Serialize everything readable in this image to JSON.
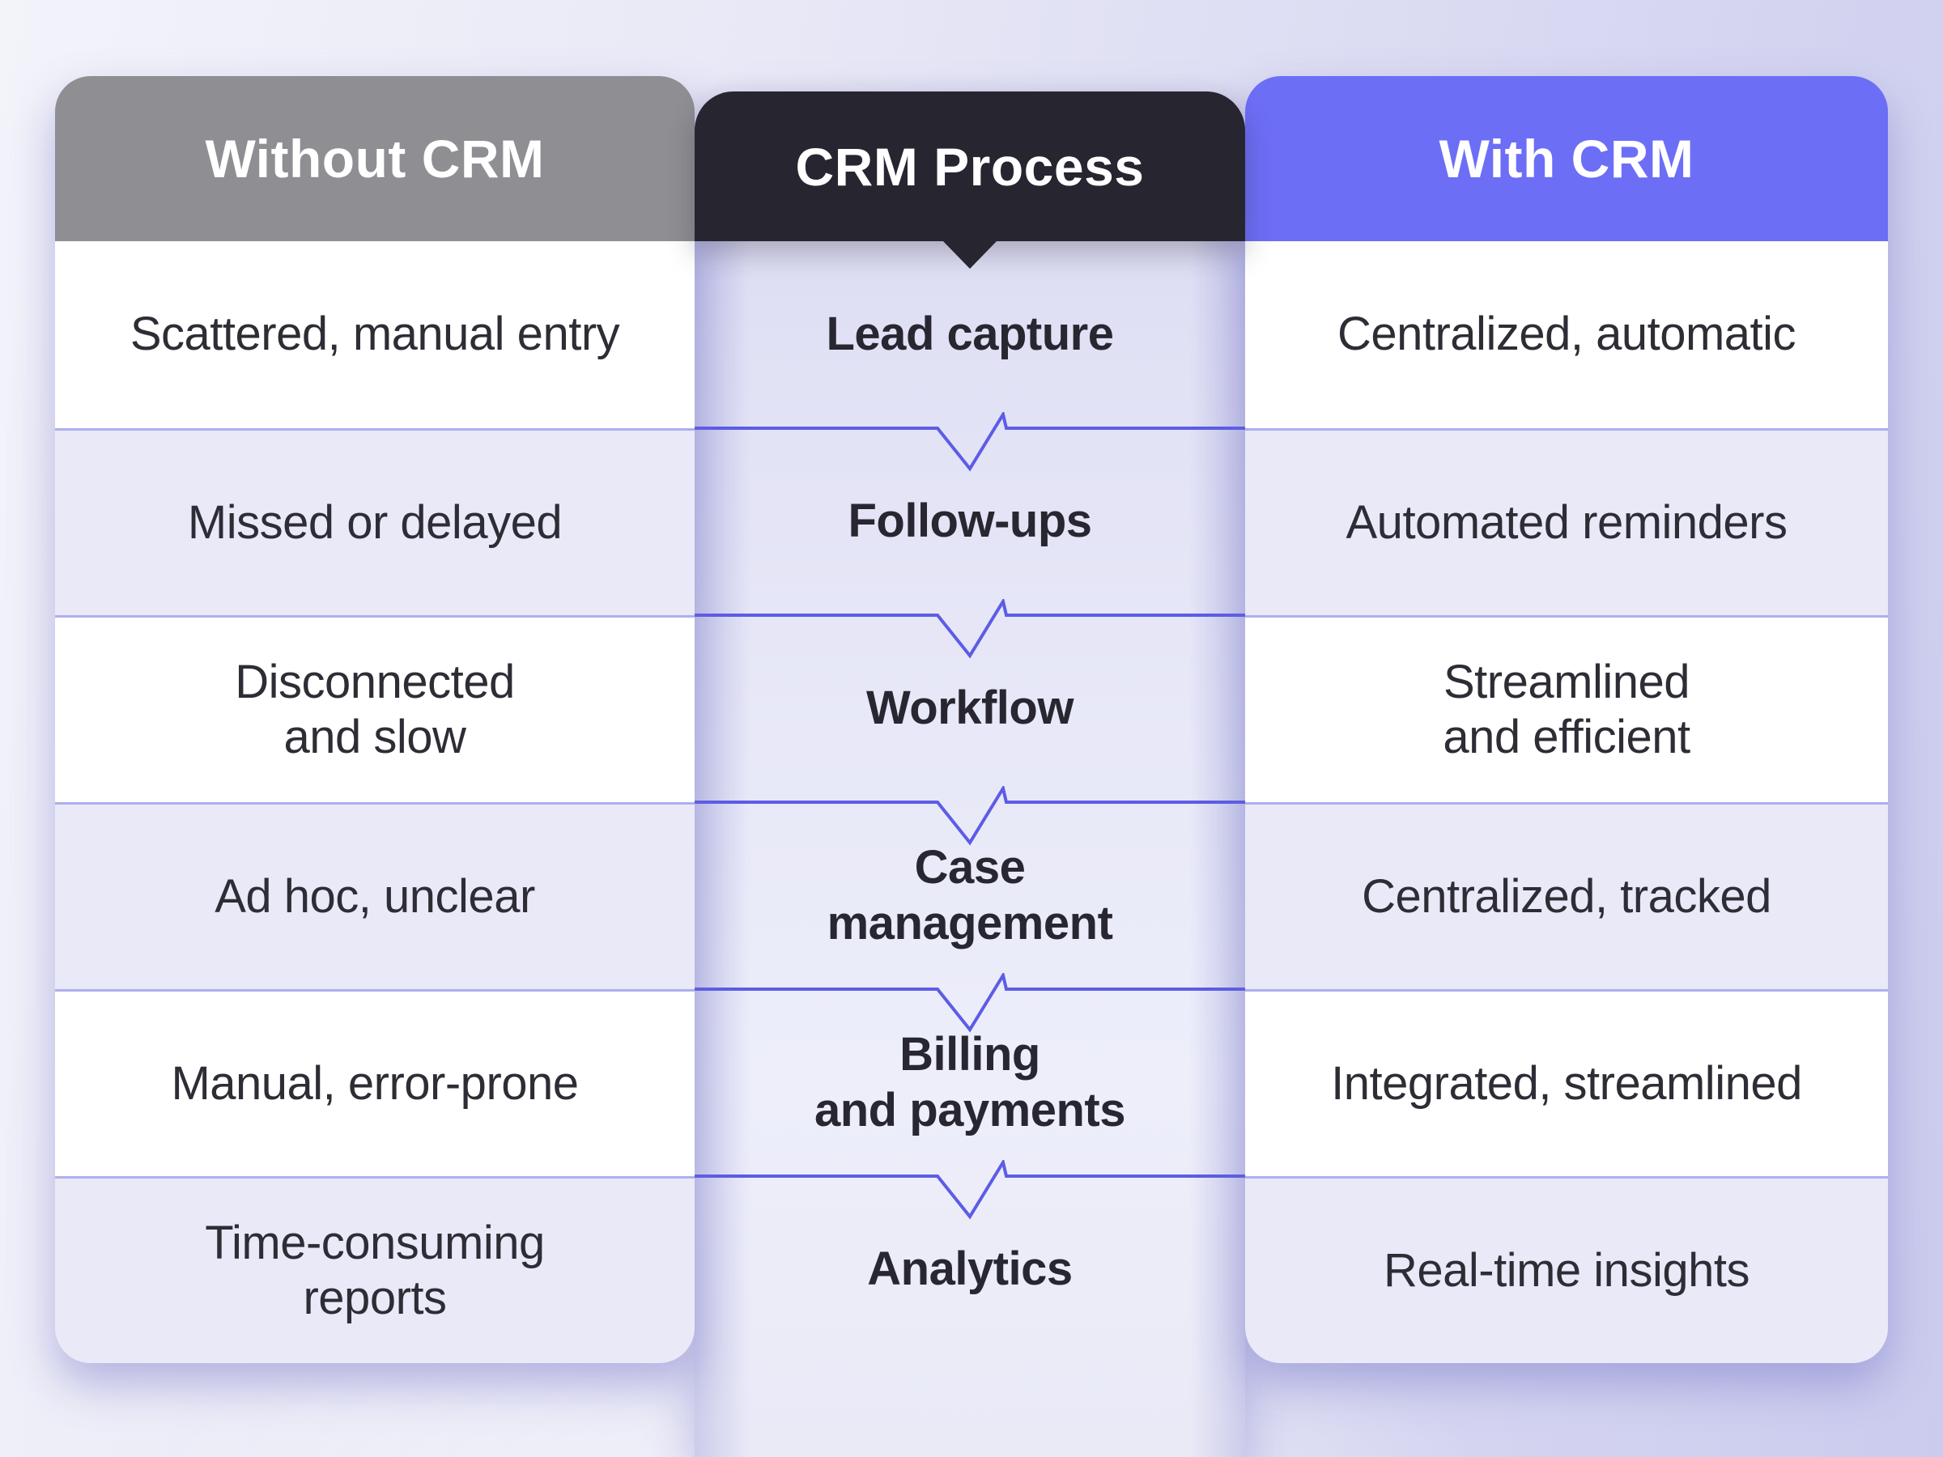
{
  "title": "CRM comparison infographic",
  "headers": {
    "left": "Without CRM",
    "middle": "CRM Process",
    "right": "With CRM"
  },
  "rows": [
    {
      "without": "Scattered, manual entry",
      "process": "Lead capture",
      "with": "Centralized, automatic"
    },
    {
      "without": "Missed or delayed",
      "process": "Follow-ups",
      "with": "Automated reminders"
    },
    {
      "without": "Disconnected\nand slow",
      "process": "Workflow",
      "with": "Streamlined\nand efficient"
    },
    {
      "without": "Ad hoc, unclear",
      "process": "Case\nmanagement",
      "with": "Centralized, tracked"
    },
    {
      "without": "Manual, error-prone",
      "process": "Billing\nand payments",
      "with": "Integrated, streamlined"
    },
    {
      "without": "Time-consuming\nreports",
      "process": "Analytics",
      "with": "Real-time insights"
    }
  ],
  "colors": {
    "header-gray": "#8e8e93",
    "header-dark": "#272530",
    "header-purple": "#6d6ef6",
    "row-white": "#ffffff",
    "row-lavender": "#e9e9f8",
    "divider-light": "#aeaeef",
    "divider-strong": "#5c5ce6",
    "text-dark": "#2e2d36",
    "header-text": "#ffffff"
  }
}
